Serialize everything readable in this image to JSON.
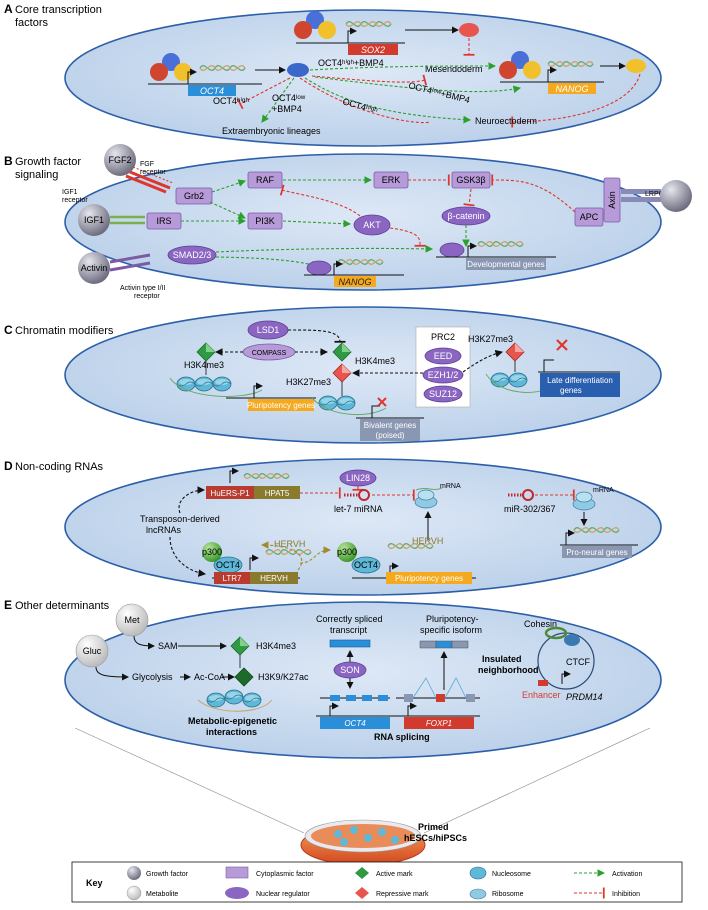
{
  "sections": {
    "a": {
      "letter": "A",
      "title_line1": "Core transcription",
      "title_line2": "factors"
    },
    "b": {
      "letter": "B",
      "title_line1": "Growth factor",
      "title_line2": "signaling"
    },
    "c": {
      "letter": "C",
      "title_line1": "Chromatin modifiers"
    },
    "d": {
      "letter": "D",
      "title_line1": "Non-coding RNAs"
    },
    "e": {
      "letter": "E",
      "title_line1": "Other determinants"
    }
  },
  "a_panel": {
    "sox2": "SOX2",
    "oct4": "OCT4",
    "nanog": "NANOG",
    "mesendoderm": "Mesendoderm",
    "neuroectoderm": "Neuroectoderm",
    "extraembryonic": "Extraembryonic lineages",
    "oct4_high_bmp4": "OCT4ʰⁱᵍʰ+BMP4",
    "oct4_low_bmp4_a": "OCT4ˡᵒʷ+BMP4",
    "oct4_low_bmp4_b1": "OCT4ˡᵒʷ",
    "oct4_low_bmp4_b2": "+BMP4",
    "oct4_high_1": "OCT4ʰⁱᵍʰ",
    "oct4_high_2": "OCT4ʰⁱᵍʰ"
  },
  "b_panel": {
    "fgf2": "FGF2",
    "fgf_receptor_1": "FGF",
    "fgf_receptor_2": "receptor",
    "igf1": "IGF1",
    "igf1_receptor_1": "IGF1",
    "igf1_receptor_2": "receptor",
    "activin": "Activin",
    "activin_receptor_1": "Activin type I/II",
    "activin_receptor_2": "receptor",
    "grb2": "Grb2",
    "irs": "IRS",
    "raf": "RAF",
    "pi3k": "PI3K",
    "erk": "ERK",
    "akt": "AKT",
    "gsk3b": "GSK3β",
    "bcatenin": "β-catenin",
    "apc": "APC",
    "axin": "Axin",
    "lrp6": "LRP6",
    "smad": "SMAD2/3",
    "nanog": "NANOG",
    "developmental_genes": "Developmental genes"
  },
  "c_panel": {
    "lsd1": "LSD1",
    "compass": "COMPASS",
    "prc2": "PRC2",
    "eed": "EED",
    "ezh": "EZH1/2",
    "suz12": "SUZ12",
    "h3k4me3_a": "H3K4me3",
    "h3k4me3_b": "H3K4me3",
    "h3k27me3_a": "H3K27me3",
    "h3k27me3_b": "H3K27me3",
    "pluripotency": "Pluripotency genes",
    "bivalent_1": "Bivalent genes",
    "bivalent_2": "(poised)",
    "late_diff_1": "Late differentiation",
    "late_diff_2": "genes"
  },
  "d_panel": {
    "huers": "HuERS-P1",
    "hpat5": "HPAT5",
    "lin28": "LIN28",
    "let7": "let-7 miRNA",
    "mirna302": "miR-302/367",
    "mrna_1": "mRNA",
    "mrna_2": "mRNA",
    "transposon_1": "Transposon-derived",
    "transposon_2": "lncRNAs",
    "p300_a": "p300",
    "p300_b": "p300",
    "oct4_a": "OCT4",
    "oct4_b": "OCT4",
    "ltr7": "LTR7",
    "hervh_a": "HERVH",
    "hervh_b": "HERVH",
    "hervh_c": "HERVH",
    "pluripotency": "Pluripotency genes",
    "proneural": "Pro-neural genes"
  },
  "e_panel": {
    "met": "Met",
    "gluc": "Gluc",
    "sam": "SAM",
    "glycolysis": "Glycolysis",
    "accoa": "Ac-CoA",
    "h3k4me3": "H3K4me3",
    "h3k9": "H3K9/K27ac",
    "metabolic_1": "Metabolic-epigenetic",
    "metabolic_2": "interactions",
    "correct_1": "Correctly spliced",
    "correct_2": "transcript",
    "son": "SON",
    "pluri_iso_1": "Pluripotency-",
    "pluri_iso_2": "specific isoform",
    "oct4": "OCT4",
    "foxp1": "FOXP1",
    "rna_splicing": "RNA splicing",
    "cohesin": "Cohesin",
    "ctcf": "CTCF",
    "insulated_1": "Insulated",
    "insulated_2": "neighborhood",
    "enhancer": "Enhancer",
    "prdm14": "PRDM14"
  },
  "dish": {
    "line1": "Primed",
    "line2": "hESCs/hiPSCs"
  },
  "key": {
    "title": "Key",
    "growth_factor": "Growth factor",
    "cytoplasmic": "Cytoplasmic factor",
    "active_mark": "Active mark",
    "nucleosome": "Nucleosome",
    "activation": "Activation",
    "metabolite": "Metabolite",
    "nuclear_regulator": "Nuclear regulator",
    "repressive_mark": "Repressive mark",
    "ribosome": "Ribosome",
    "inhibition": "Inhibition"
  },
  "colors": {
    "cell_fill": "#c9daf0",
    "cell_stroke": "#2c5fa8",
    "activation": "#2ca02c",
    "inhibition": "#e0352b",
    "gene_blue": "#2a8fd8",
    "gene_red": "#d23a2e",
    "gene_orange": "#f4a91f",
    "cytoplasmic": "#b79bd8",
    "nuclear": "#8a66c2"
  }
}
